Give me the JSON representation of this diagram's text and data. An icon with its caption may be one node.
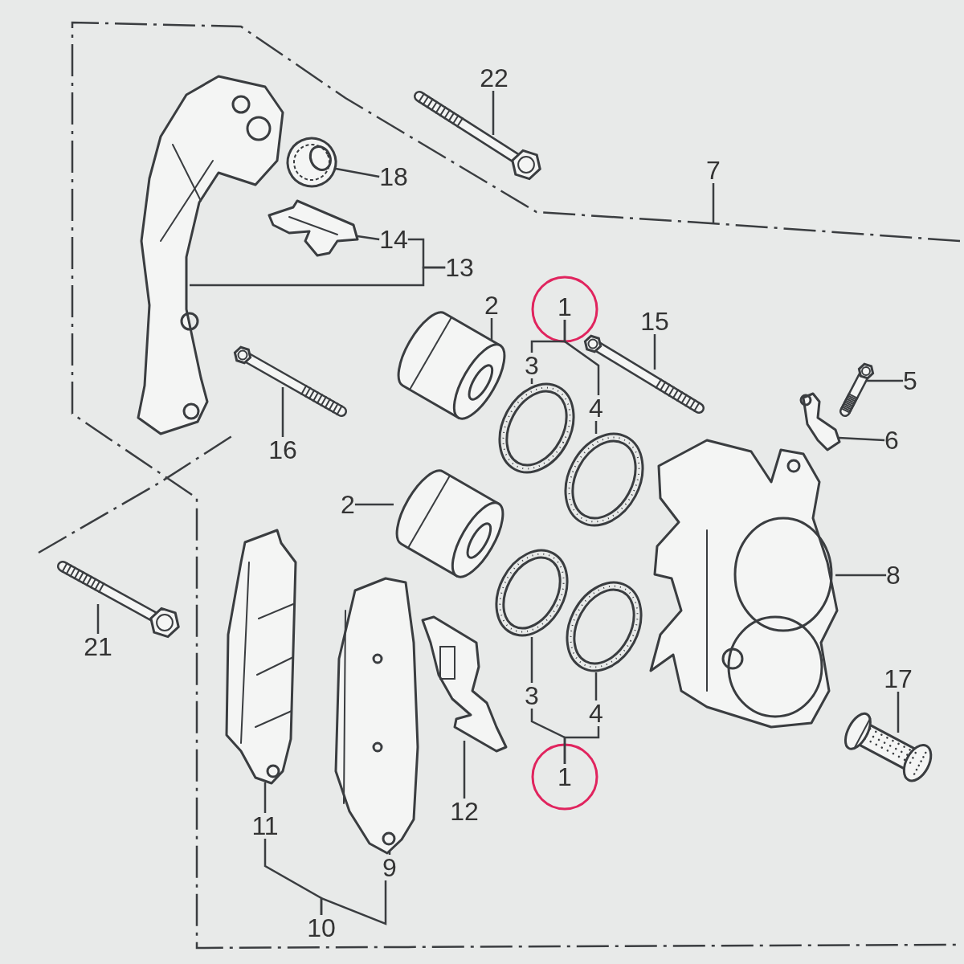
{
  "diagram": {
    "nodes": [
      {
        "text": [
          "22"
        ]
      },
      {
        "text": [],
        "shape": "picture"
      },
      {
        "text": [],
        "shape": "picture"
      },
      {
        "text": [
          "18"
        ]
      },
      {
        "text": [],
        "shape": "picture"
      },
      {
        "text": [
          "7"
        ]
      },
      {
        "text": [
          "14"
        ]
      },
      {
        "text": [],
        "shape": "picture"
      },
      {
        "text": [
          "13"
        ]
      },
      {
        "text": [
          "2"
        ]
      },
      {
        "text": [],
        "shape": "picture"
      },
      {
        "text": [
          "1"
        ]
      },
      {
        "text": [
          "15"
        ]
      },
      {
        "text": [],
        "shape": "picture"
      },
      {
        "text": [
          "3"
        ]
      },
      {
        "text": [],
        "shape": "picture"
      },
      {
        "text": [
          "5"
        ]
      },
      {
        "text": [],
        "shape": "picture"
      },
      {
        "text": [
          "4"
        ]
      },
      {
        "text": [],
        "shape": "picture"
      },
      {
        "text": [
          "6"
        ]
      },
      {
        "text": [],
        "shape": "picture"
      },
      {
        "text": [
          "16"
        ]
      },
      {
        "text": [],
        "shape": "picture"
      },
      {
        "text": [
          "2"
        ]
      },
      {
        "text": [],
        "shape": "picture"
      },
      {
        "text": [
          "8"
        ]
      },
      {
        "text": [],
        "shape": "picture"
      },
      {
        "text": [
          "21"
        ]
      },
      {
        "text": [],
        "shape": "picture"
      },
      {
        "text": [
          "3"
        ]
      },
      {
        "text": [],
        "shape": "picture"
      },
      {
        "text": [
          "4"
        ]
      },
      {
        "text": [],
        "shape": "picture"
      },
      {
        "text": [
          "17"
        ]
      },
      {
        "text": [],
        "shape": "picture"
      },
      {
        "text": [
          "1"
        ]
      },
      {
        "text": [
          "11"
        ]
      },
      {
        "text": [],
        "shape": "picture"
      },
      {
        "text": [
          "12"
        ]
      },
      {
        "text": [],
        "shape": "picture"
      },
      {
        "text": [
          "9"
        ]
      },
      {
        "text": [],
        "shape": "picture"
      },
      {
        "text": [
          "10"
        ]
      }
    ],
    "edges": [
      {
        "from": 0,
        "to": 1,
        "arrow": "none"
      },
      {
        "from": 3,
        "to": 4,
        "arrow": "none"
      },
      {
        "from": 5,
        "to": null,
        "arrow": "none"
      },
      {
        "from": 6,
        "to": 7,
        "arrow": "none"
      },
      {
        "from": 8,
        "to": 6,
        "arrow": "none"
      },
      {
        "from": 8,
        "to": 2,
        "arrow": "none"
      },
      {
        "from": 9,
        "to": 10,
        "arrow": "none"
      },
      {
        "from": 11,
        "to": 14,
        "arrow": "none"
      },
      {
        "from": 11,
        "to": 18,
        "arrow": "none"
      },
      {
        "from": 12,
        "to": 13,
        "arrow": "none"
      },
      {
        "from": 14,
        "to": 15,
        "arrow": "none"
      },
      {
        "from": 16,
        "to": 17,
        "arrow": "none"
      },
      {
        "from": 18,
        "to": 19,
        "arrow": "none"
      },
      {
        "from": 20,
        "to": 21,
        "arrow": "none"
      },
      {
        "from": 22,
        "to": 23,
        "arrow": "none"
      },
      {
        "from": 24,
        "to": 25,
        "arrow": "none"
      },
      {
        "from": 26,
        "to": 27,
        "arrow": "none"
      },
      {
        "from": 28,
        "to": 29,
        "arrow": "none"
      },
      {
        "from": 30,
        "to": 31,
        "arrow": "none"
      },
      {
        "from": 32,
        "to": 33,
        "arrow": "none"
      },
      {
        "from": 34,
        "to": 35,
        "arrow": "none"
      },
      {
        "from": 36,
        "to": 30,
        "arrow": "none"
      },
      {
        "from": 36,
        "to": 32,
        "arrow": "none"
      },
      {
        "from": 37,
        "to": 38,
        "arrow": "none"
      },
      {
        "from": 39,
        "to": 40,
        "arrow": "none"
      },
      {
        "from": 41,
        "to": 42,
        "arrow": "none"
      },
      {
        "from": 43,
        "to": 37,
        "arrow": "none"
      },
      {
        "from": 43,
        "to": 41,
        "arrow": "none"
      }
    ]
  }
}
